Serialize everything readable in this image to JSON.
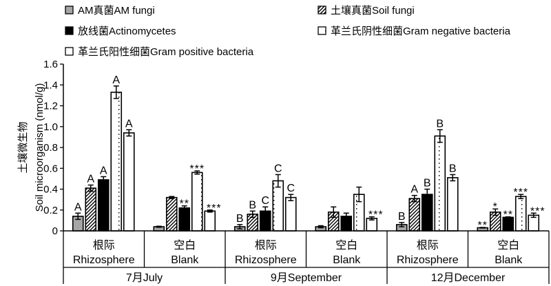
{
  "chart_data": {
    "type": "bar",
    "title": "",
    "ylabel_cn": "土壤微生物",
    "ylabel": "Soil microorganism (nmol/g)",
    "ylim": [
      0,
      1.6
    ],
    "yticks": [
      "0",
      "0.2",
      "0.4",
      "0.6",
      "0.8",
      "1.0",
      "1.2",
      "1.4",
      "1.6"
    ],
    "grid": false,
    "legend_position": "top",
    "series": [
      {
        "name": "AM真菌AM fungi",
        "fill": "gray"
      },
      {
        "name": "土壤真菌Soil fungi",
        "fill": "hatch"
      },
      {
        "name": "放线菌Actinomycetes",
        "fill": "black"
      },
      {
        "name": "革兰氏阴性细菌Gram negative bacteria",
        "fill": "dotted"
      },
      {
        "name": "革兰氏阳性细菌Gram positive bacteria",
        "fill": "white"
      }
    ],
    "months": [
      {
        "label": "7月July",
        "groups": [
          {
            "cn": "根际",
            "en": "Rhizosphere",
            "values": [
              0.14,
              0.41,
              0.49,
              1.33,
              0.94
            ],
            "errors": [
              0.03,
              0.03,
              0.03,
              0.06,
              0.03
            ],
            "annotations": [
              "A",
              "A",
              "A",
              "A",
              "A"
            ]
          },
          {
            "cn": "空白",
            "en": "Blank",
            "values": [
              0.04,
              0.32,
              0.22,
              0.56,
              0.19
            ],
            "errors": [
              0.005,
              0.01,
              0.02,
              0.015,
              0.01
            ],
            "annotations": [
              "",
              "",
              "**",
              "***",
              "***"
            ]
          }
        ]
      },
      {
        "label": "9月September",
        "groups": [
          {
            "cn": "根际",
            "en": "Rhizosphere",
            "values": [
              0.04,
              0.16,
              0.19,
              0.48,
              0.32
            ],
            "errors": [
              0.02,
              0.03,
              0.04,
              0.06,
              0.03
            ],
            "annotations": [
              "B",
              "B",
              "C",
              "C",
              "C"
            ]
          },
          {
            "cn": "空白",
            "en": "Blank",
            "values": [
              0.04,
              0.18,
              0.14,
              0.35,
              0.12
            ],
            "errors": [
              0.01,
              0.05,
              0.03,
              0.07,
              0.015
            ],
            "annotations": [
              "",
              "",
              "",
              "",
              "***"
            ]
          }
        ]
      },
      {
        "label": "12月December",
        "groups": [
          {
            "cn": "根际",
            "en": "Rhizosphere",
            "values": [
              0.06,
              0.31,
              0.35,
              0.91,
              0.51
            ],
            "errors": [
              0.02,
              0.03,
              0.05,
              0.06,
              0.03
            ],
            "annotations": [
              "B",
              "A",
              "B",
              "B",
              "B"
            ]
          },
          {
            "cn": "空白",
            "en": "Blank",
            "values": [
              0.03,
              0.18,
              0.13,
              0.33,
              0.15
            ],
            "errors": [
              0.003,
              0.03,
              0.005,
              0.02,
              0.02
            ],
            "annotations": [
              "**",
              "*",
              "**",
              "***",
              "***"
            ]
          }
        ]
      }
    ]
  }
}
